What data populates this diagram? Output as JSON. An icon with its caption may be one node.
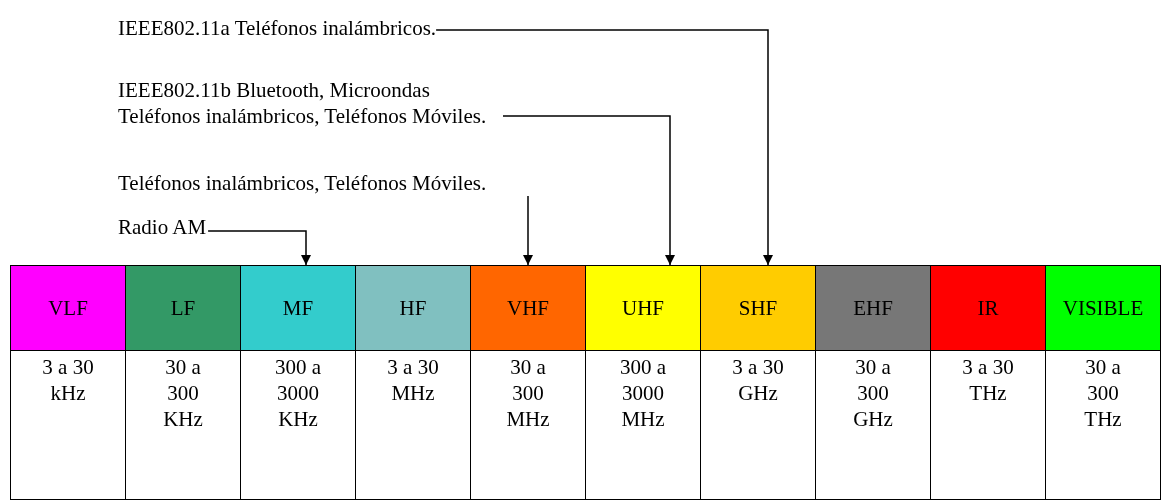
{
  "diagram": {
    "nodes": [
      {
        "text": [
          "IEEE802.11a Teléfonos inalámbricos."
        ]
      },
      {
        "text": [
          "IEEE802.11b Bluetooth, Microondas Teléfonos inalámbricos, Teléfonos Móviles."
        ]
      },
      {
        "text": [
          "Teléfonos inalámbricos, Teléfonos Móviles."
        ]
      },
      {
        "text": [
          "Radio AM"
        ]
      },
      {
        "text": [
          "VLF"
        ]
      },
      {
        "text": [
          "LF"
        ]
      },
      {
        "text": [
          "MF"
        ]
      },
      {
        "text": [
          "HF"
        ]
      },
      {
        "text": [
          "VHF"
        ]
      },
      {
        "text": [
          "UHF"
        ]
      },
      {
        "text": [
          "SHF"
        ]
      },
      {
        "text": [
          "EHF"
        ]
      },
      {
        "text": [
          "IR"
        ]
      },
      {
        "text": [
          "VISIBLE"
        ]
      },
      {
        "text": [
          "3 a 30 kHz"
        ]
      },
      {
        "text": [
          "30 a 300 KHz"
        ]
      },
      {
        "text": [
          "300 a 3000 KHz"
        ]
      },
      {
        "text": [
          "3 a 30 MHz"
        ]
      },
      {
        "text": [
          "30 a 300 MHz"
        ]
      },
      {
        "text": [
          "300 a 3000 MHz"
        ]
      },
      {
        "text": [
          "3 a 30 GHz"
        ]
      },
      {
        "text": [
          "30 a 300 GHz"
        ]
      },
      {
        "text": [
          "3 a 30 THz"
        ]
      },
      {
        "text": [
          "30 a 300 THz"
        ]
      }
    ],
    "edges": [
      {
        "from": 3,
        "to": 6,
        "arrow": "to"
      },
      {
        "from": 2,
        "to": 8,
        "arrow": "to"
      },
      {
        "from": 1,
        "to": 9,
        "arrow": "to"
      },
      {
        "from": 0,
        "to": 10,
        "arrow": "to"
      }
    ]
  }
}
